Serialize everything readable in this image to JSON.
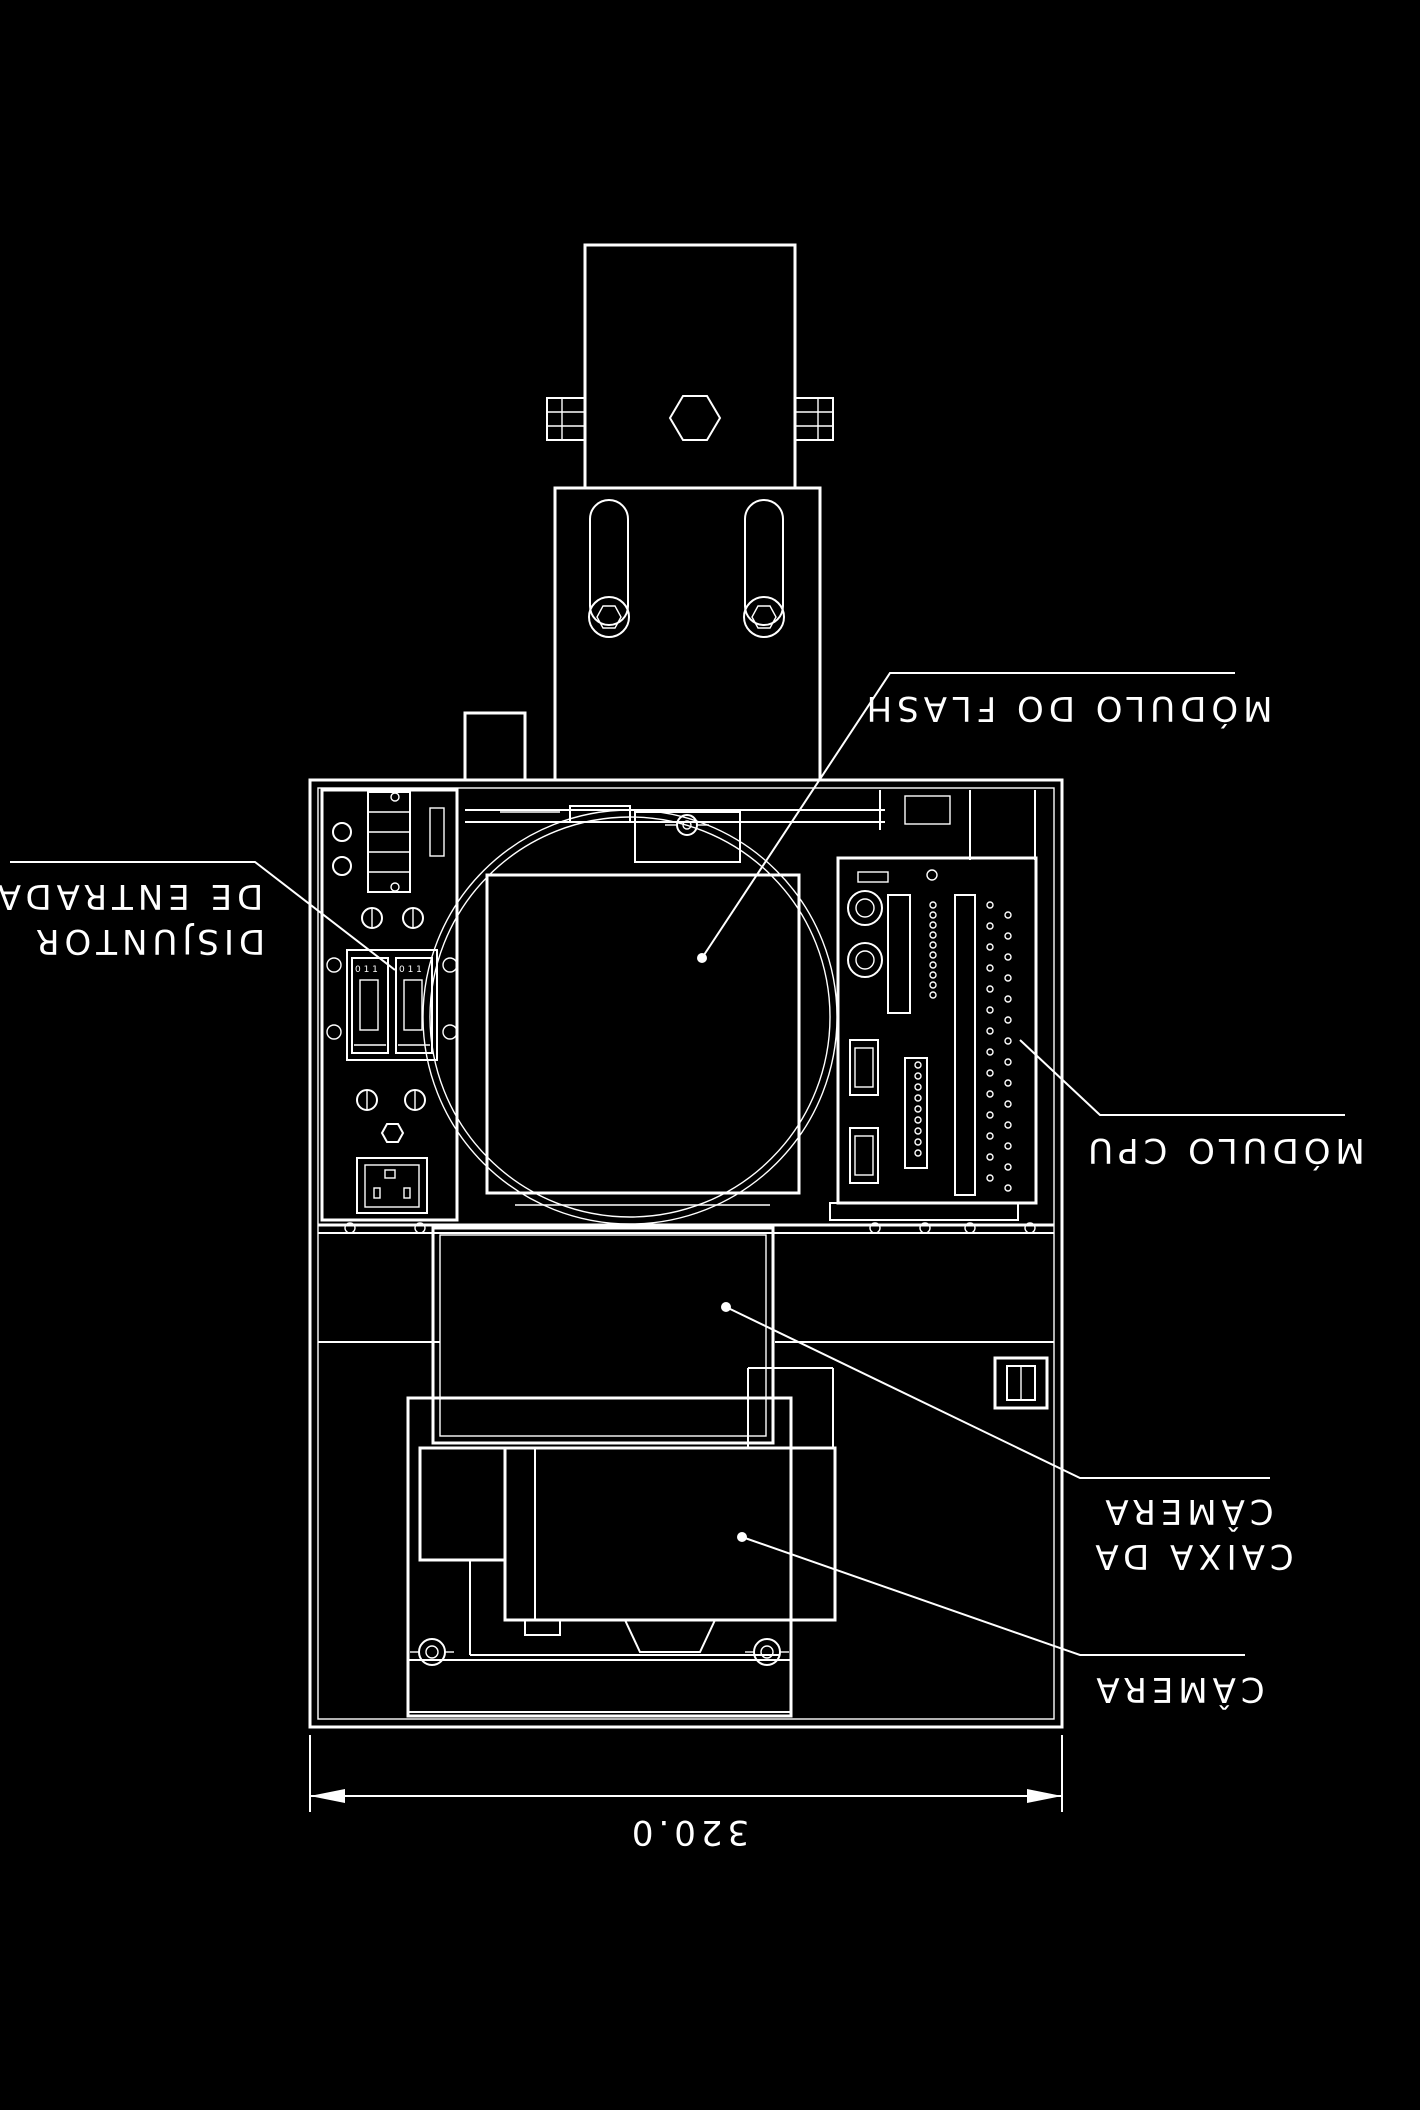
{
  "labels": {
    "flash_module": "MÓDULO DO FLASH",
    "cpu_module": "MÓDULO CPU",
    "breaker_line1": "DE ENTRADA",
    "breaker_line2": "DISJUNTOR",
    "camera_box_line1": "CÂMERA",
    "camera_box_line2": "CAIXA DA",
    "camera": "CÂMERA",
    "dimension": "320.0"
  },
  "colors": {
    "background": "#000000",
    "ink": "#ffffff"
  }
}
